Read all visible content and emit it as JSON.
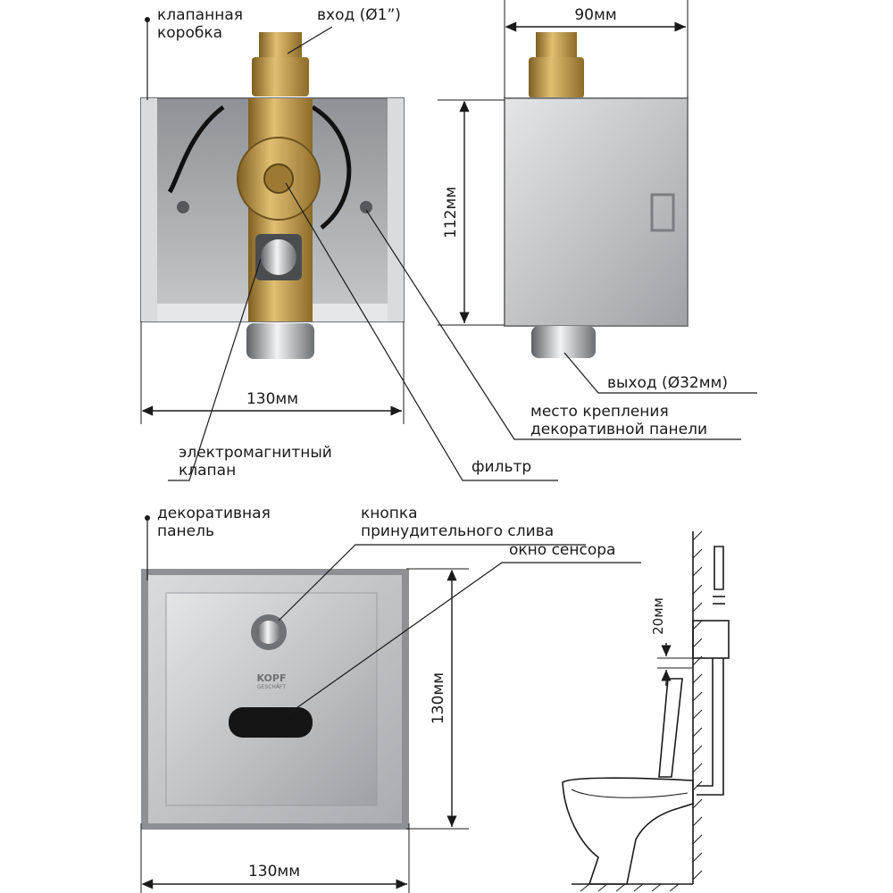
{
  "top_left": {
    "valve_box_label": [
      "клапанная",
      "коробка"
    ],
    "inlet_label": "вход (Ø1”)",
    "width_label": "130мм",
    "solenoid_label": [
      "электромагнитный",
      "клапан"
    ],
    "filter_label": "фильтр"
  },
  "top_right": {
    "width_label": "90мм",
    "height_label": "112мм",
    "outlet_label": "выход (Ø32мм)",
    "mount_label": [
      "место крепления",
      "декоративной панели"
    ]
  },
  "bottom_left": {
    "panel_label": [
      "декоративная",
      "панель"
    ],
    "button_label": [
      "кнопка",
      "принудительного слива"
    ],
    "sensor_label": "окно сенсора",
    "height_label": "130мм",
    "width_label": "130мм",
    "logo_text": "KOPF",
    "logo_sub": "GESCHÄFT"
  },
  "bottom_right": {
    "gap_label": "20мм"
  },
  "colors": {
    "steel": "#c4c7ca",
    "brass": "#b8923e",
    "line": "#1a1a1a"
  }
}
